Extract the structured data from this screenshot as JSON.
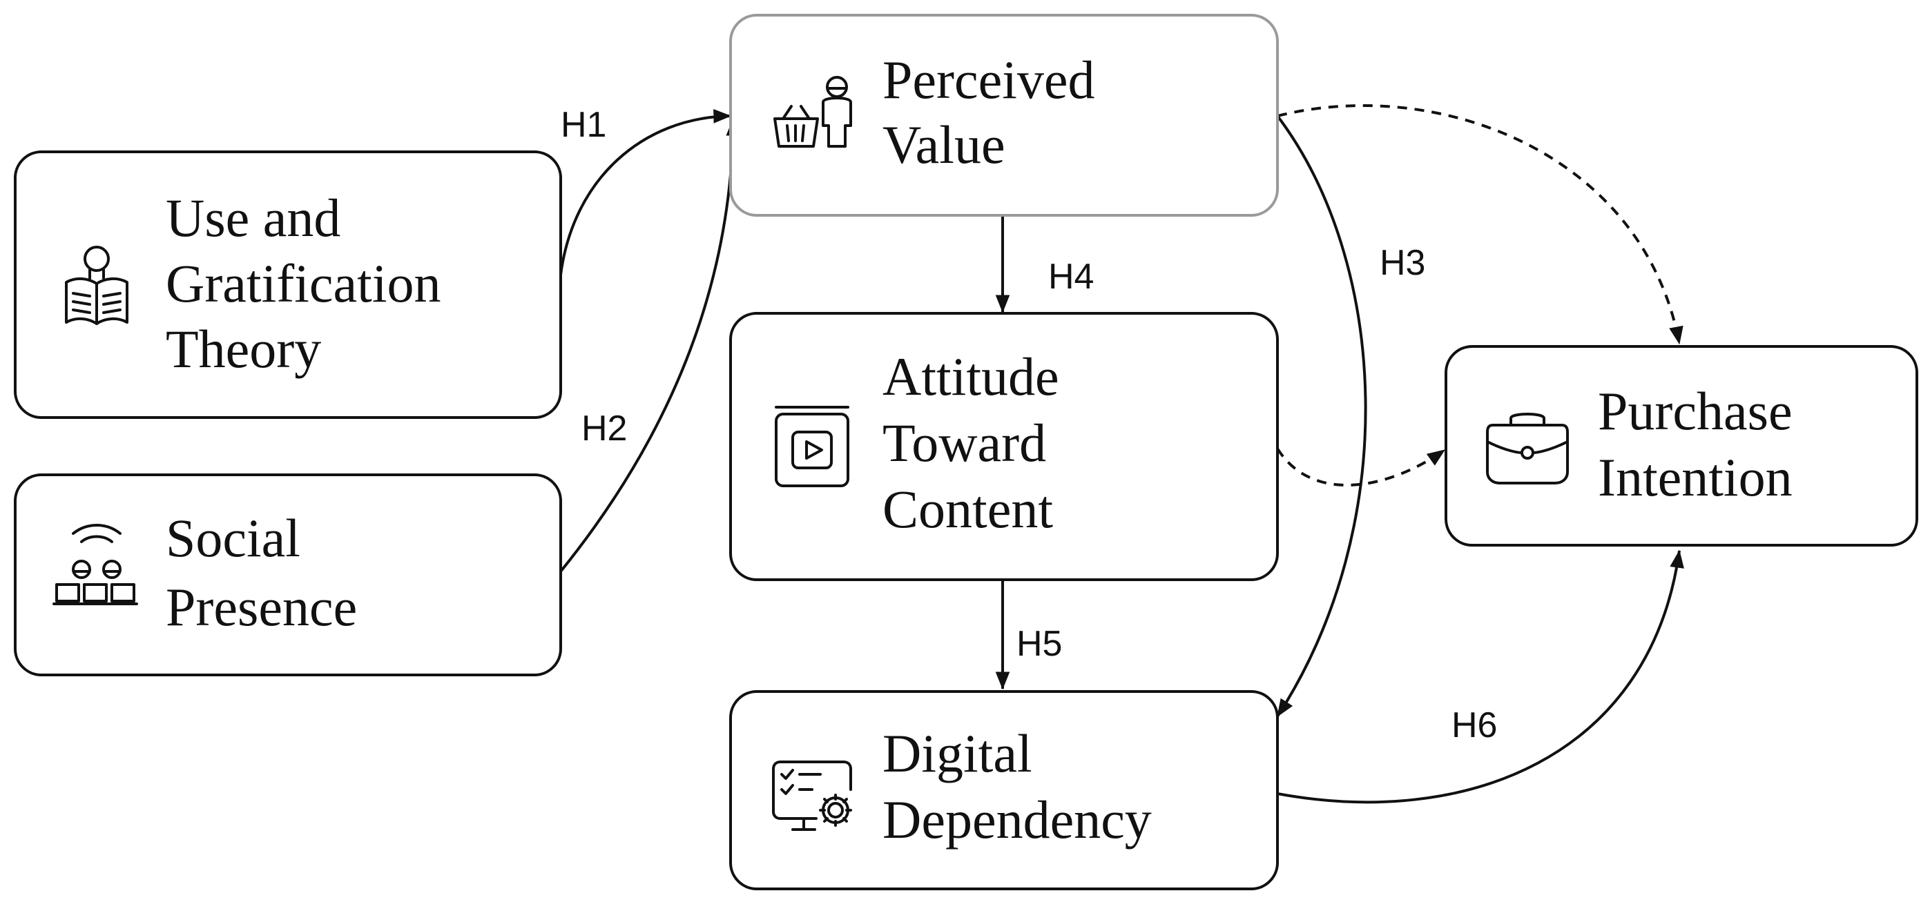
{
  "nodes": {
    "use_gratification": {
      "lines": [
        "Use and",
        "Gratification",
        "Theory"
      ],
      "icon": "reading-person-icon"
    },
    "social_presence": {
      "lines": [
        "Social",
        "Presence"
      ],
      "icon": "people-laptops-icon"
    },
    "perceived_value": {
      "lines": [
        "Perceived",
        "Value"
      ],
      "icon": "shopper-basket-icon"
    },
    "attitude_content": {
      "lines": [
        "Attitude",
        "Toward",
        "Content"
      ],
      "icon": "video-book-icon"
    },
    "digital_dependency": {
      "lines": [
        "Digital",
        "Dependency"
      ],
      "icon": "monitor-gear-icon"
    },
    "purchase_intention": {
      "lines": [
        "Purchase",
        "Intention"
      ],
      "icon": "shopping-bag-icon"
    }
  },
  "hypotheses": {
    "h1": "H1",
    "h2": "H2",
    "h3": "H3",
    "h4": "H4",
    "h5": "H5",
    "h6": "H6"
  }
}
